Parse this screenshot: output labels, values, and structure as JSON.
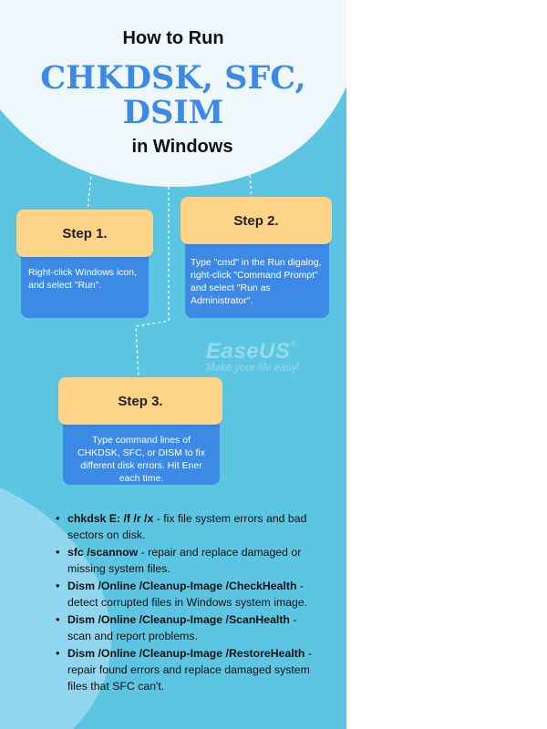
{
  "header": {
    "pretitle": "How to Run",
    "title_line1": "CHKDSK, SFC,",
    "title_line2": "DSIM",
    "subtitle": "in Windows"
  },
  "steps": [
    {
      "label": "Step 1.",
      "text": "Right-click Windows icon, and select \"Run\"."
    },
    {
      "label": "Step 2.",
      "text": "Type \"cmd\" in the Run digalog, right-click \"Command Prompt\" and select \"Run as Administrator\"."
    },
    {
      "label": "Step 3.",
      "text": "Type command lines of CHKDSK, SFC, or DISM to fix different disk errors. Hit Ener each time."
    }
  ],
  "watermark": {
    "brand": "EaseUS",
    "registered": "®",
    "tagline": "Make your life easy!"
  },
  "commands": [
    {
      "cmd": "chkdsk E: /f /r /x",
      "desc": " - fix file system errors and bad sectors on disk."
    },
    {
      "cmd": "sfc  /scannow",
      "desc": " - repair and replace damaged or missing system files."
    },
    {
      "cmd": "Dism /Online /Cleanup-Image /CheckHealth",
      "desc": " - detect corrupted files in Windows system image."
    },
    {
      "cmd": "Dism /Online /Cleanup-Image /ScanHealth",
      "desc": " - scan and report problems."
    },
    {
      "cmd": "Dism /Online /Cleanup-Image /RestoreHealth",
      "desc": " - repair found errors and replace damaged system files that SFC can't."
    }
  ],
  "colors": {
    "background": "#5cc5e2",
    "header_blob": "#eef8fc",
    "accent_blue": "#3d8ae6",
    "step_header": "#fdd388"
  }
}
